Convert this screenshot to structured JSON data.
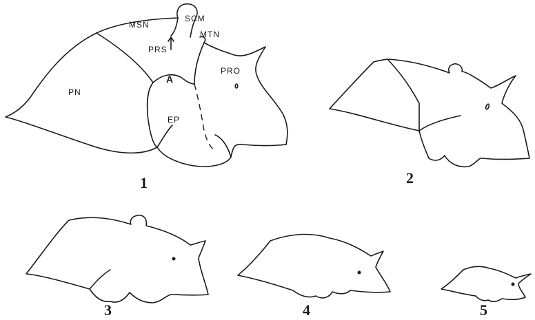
{
  "figure_1": {
    "number": "1",
    "labels": {
      "msn": "MSN",
      "scm": "SCM",
      "mtn": "MTN",
      "prs": "PRS",
      "pro": "PRO",
      "pn": "PN",
      "a": "A",
      "ep": "EP"
    }
  },
  "figure_2": {
    "number": "2"
  },
  "figure_3": {
    "number": "3"
  },
  "figure_4": {
    "number": "4"
  },
  "figure_5": {
    "number": "5"
  }
}
